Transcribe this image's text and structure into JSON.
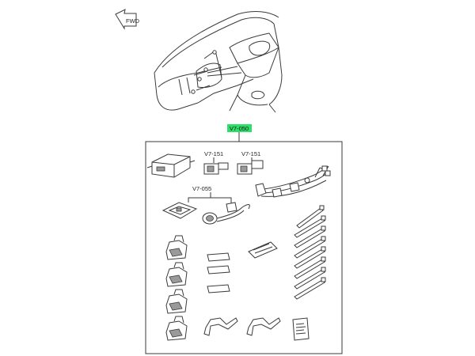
{
  "labels": {
    "main": "V7-050",
    "harness_a": "V7-151",
    "harness_b": "V7-151",
    "connector": "V7-055",
    "fwd": "FWD"
  },
  "colors": {
    "highlight": "#2ee06a",
    "line": "#3a3a3a",
    "part_fill": "#9a9a9a"
  },
  "icons": [
    "fwd-arrow-icon"
  ]
}
